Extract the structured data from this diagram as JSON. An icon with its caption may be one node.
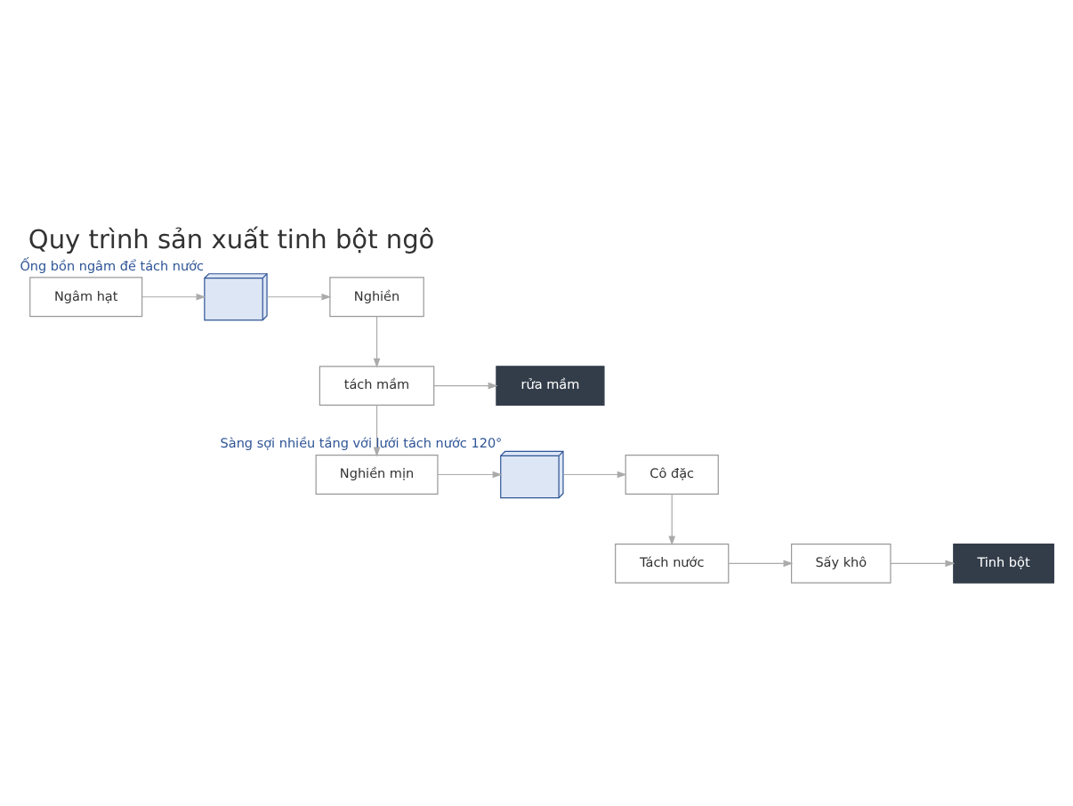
{
  "diagram": {
    "title": "Quy trình sản xuất tinh bột ngô",
    "nodes": [
      {
        "text": [
          "Ngâm hạt"
        ]
      },
      {
        "text": [],
        "shape": "picture",
        "beside": [
          "Ống bồn ngâm để tách nước"
        ]
      },
      {
        "text": [
          "Nghiền"
        ]
      },
      {
        "text": [
          "tách mầm"
        ]
      },
      {
        "text": [
          "rửa mầm"
        ]
      },
      {
        "text": [
          "Nghiền mịn"
        ]
      },
      {
        "text": [],
        "shape": "picture",
        "beside": [
          "Sàng sợi nhiều tầng với lưới tách nước 120°"
        ]
      },
      {
        "text": [
          "Cô đặc"
        ]
      },
      {
        "text": [
          "Tách nước"
        ]
      },
      {
        "text": [
          "Sấy khô"
        ]
      },
      {
        "text": [
          "Tinh bột"
        ]
      }
    ],
    "edges": [
      {
        "from": 0,
        "to": 1,
        "arrow": "to"
      },
      {
        "from": 1,
        "to": 2,
        "arrow": "to"
      },
      {
        "from": 2,
        "to": 3,
        "arrow": "to"
      },
      {
        "from": 3,
        "to": 4,
        "arrow": "to"
      },
      {
        "from": 3,
        "to": 5,
        "arrow": "to"
      },
      {
        "from": 5,
        "to": 6,
        "arrow": "to"
      },
      {
        "from": 6,
        "to": 7,
        "arrow": "to"
      },
      {
        "from": 7,
        "to": 8,
        "arrow": "to"
      },
      {
        "from": 8,
        "to": 9,
        "arrow": "to"
      },
      {
        "from": 9,
        "to": 10,
        "arrow": "to"
      }
    ]
  }
}
